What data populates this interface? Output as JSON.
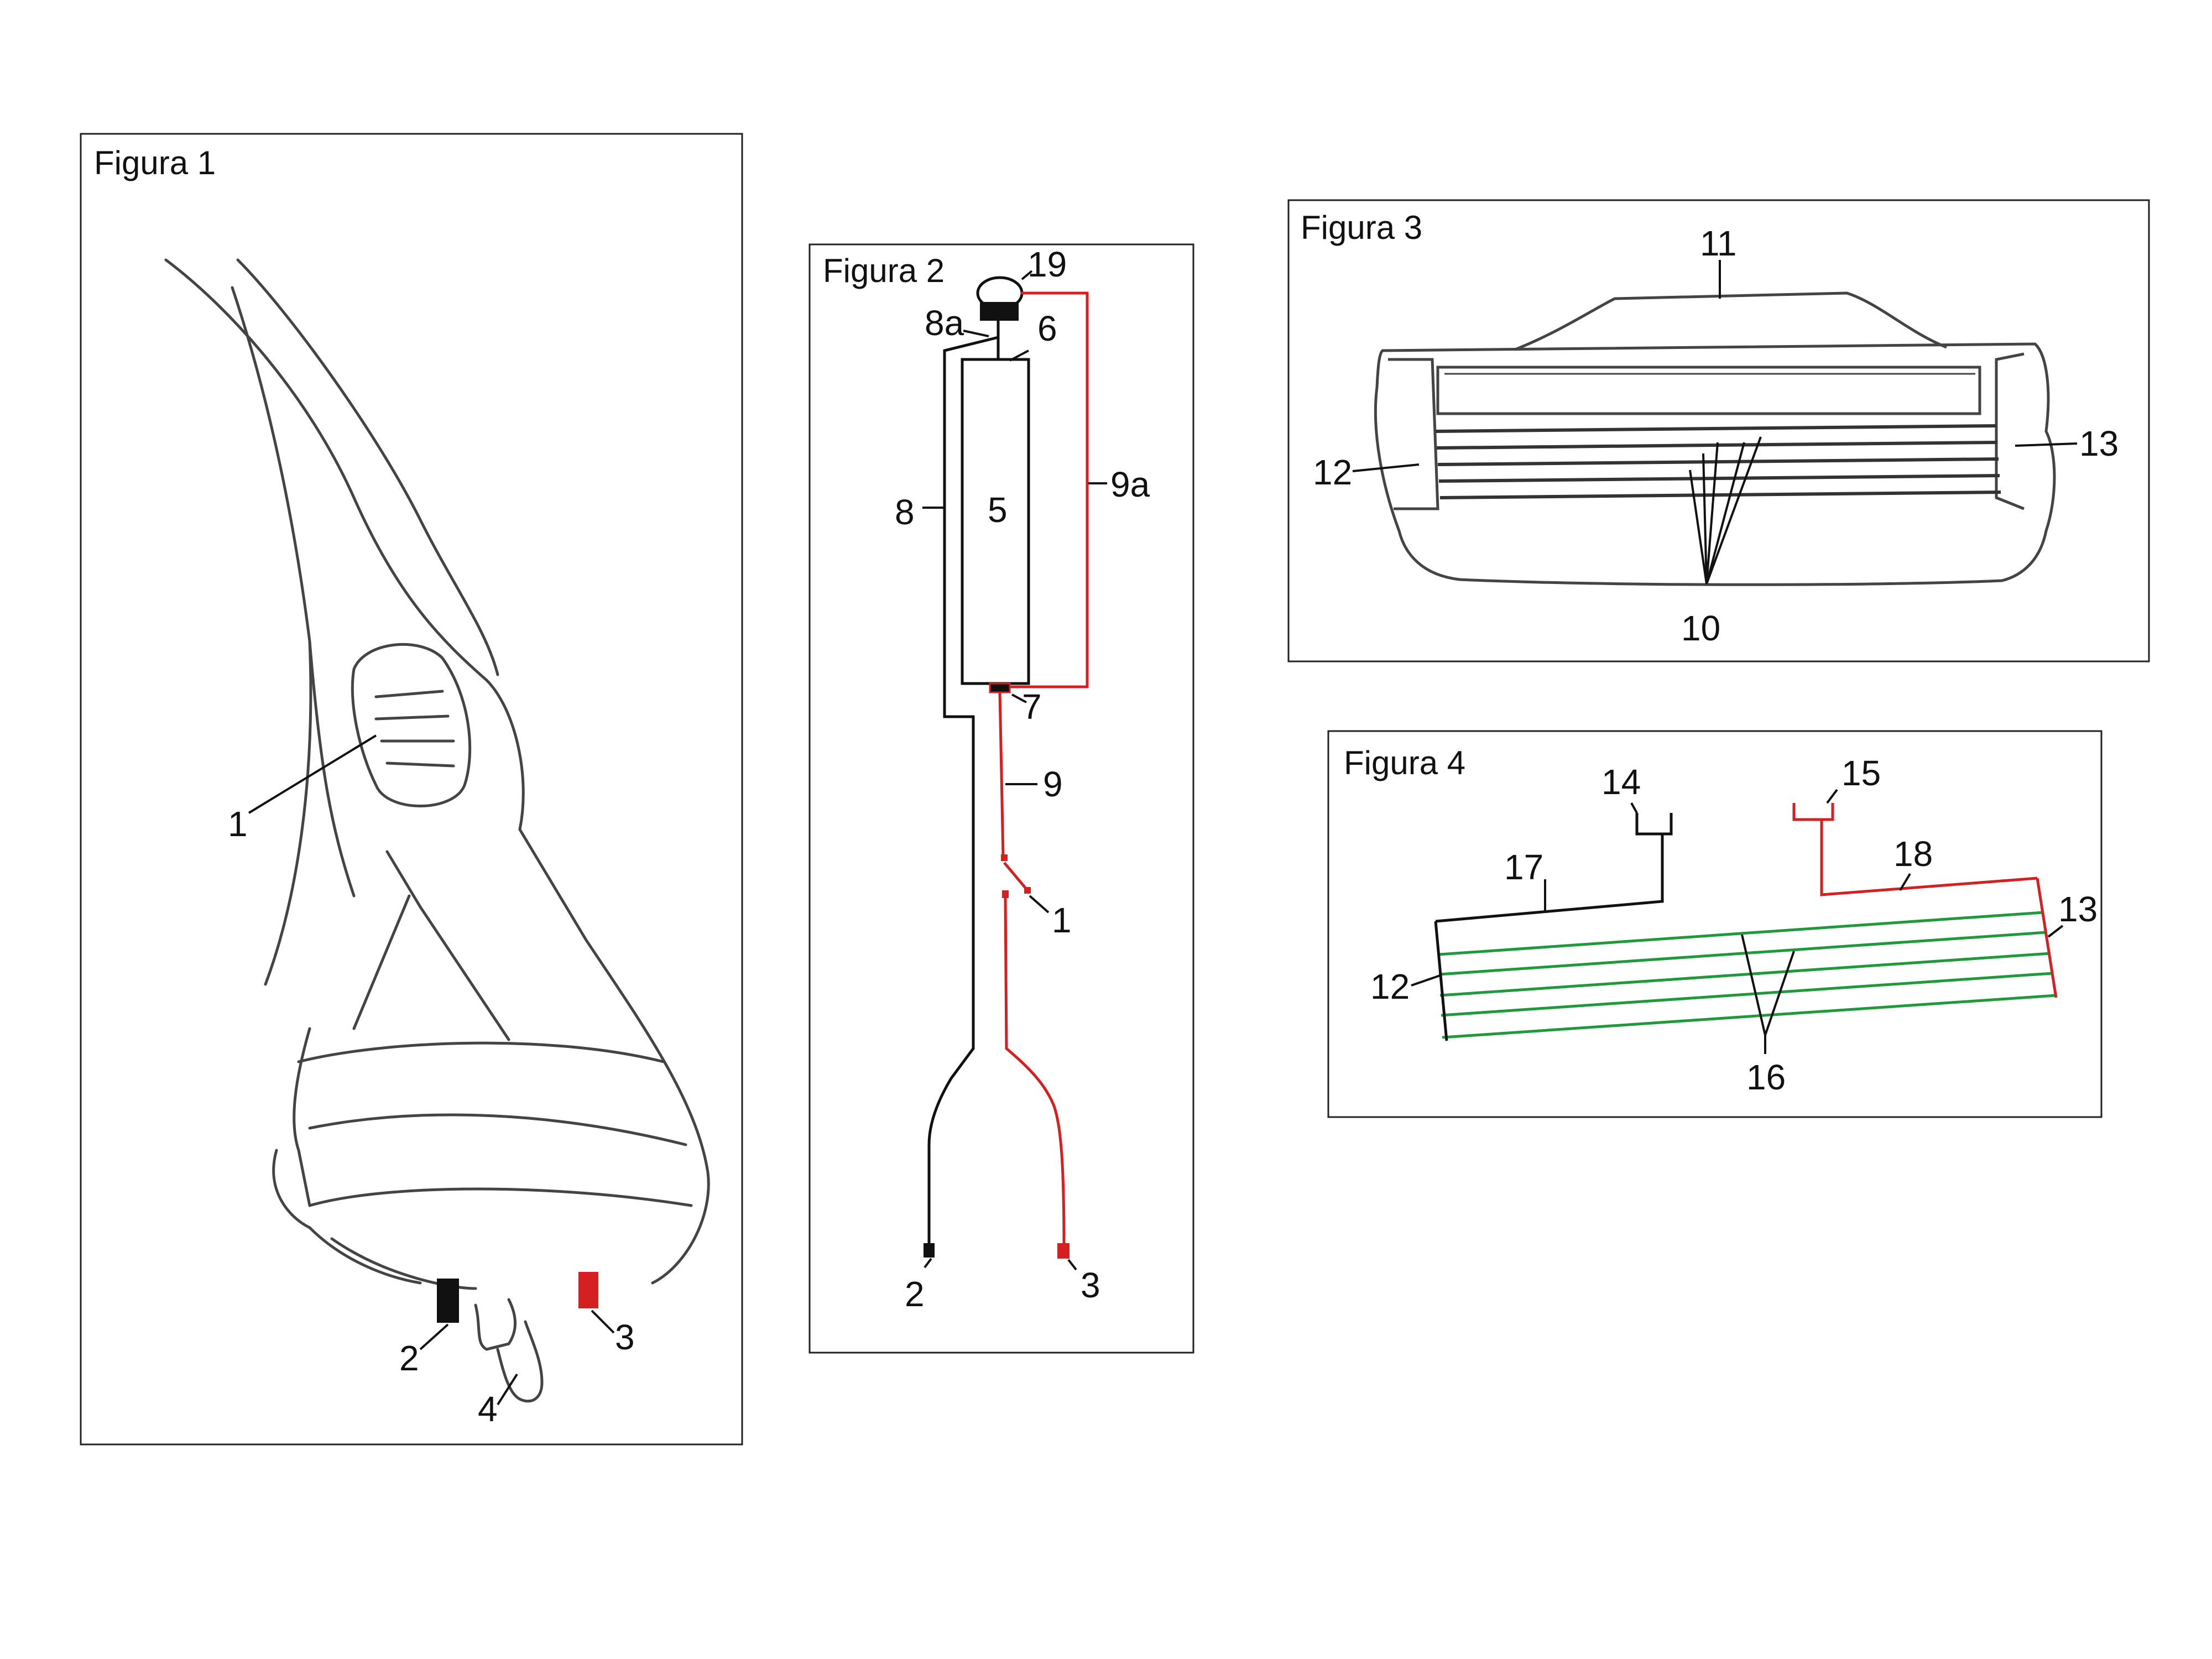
{
  "figures": {
    "fig1": {
      "title": "Figura 1",
      "labels": {
        "l1": "1",
        "l2": "2",
        "l3": "3",
        "l4": "4"
      }
    },
    "fig2": {
      "title": "Figura 2",
      "labels": {
        "l19": "19",
        "l8a": "8a",
        "l6": "6",
        "l5": "5",
        "l8": "8",
        "l9a": "9a",
        "l7": "7",
        "l9": "9",
        "l1": "1",
        "l2": "2",
        "l3": "3"
      }
    },
    "fig3": {
      "title": "Figura 3",
      "labels": {
        "l11": "11",
        "l12": "12",
        "l13": "13",
        "l10": "10"
      }
    },
    "fig4": {
      "title": "Figura 4",
      "labels": {
        "l14": "14",
        "l15": "15",
        "l17": "17",
        "l18": "18",
        "l12": "12",
        "l13": "13",
        "l16": "16"
      }
    }
  },
  "colors": {
    "positive": "#d42020",
    "negative": "#111111",
    "blades": "#1f9a3a",
    "frame": "#222222"
  }
}
